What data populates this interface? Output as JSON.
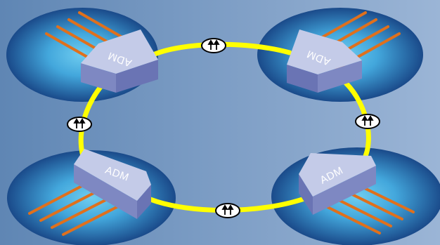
{
  "diagram": {
    "type": "sonet-ring",
    "background_gradient": [
      "#5f86b4",
      "#9bb5d6"
    ],
    "nodes": [
      {
        "id": "top-left",
        "label": "ADM"
      },
      {
        "id": "top-right",
        "label": "ADM"
      },
      {
        "id": "bottom-left",
        "label": "ADM"
      },
      {
        "id": "bottom-right",
        "label": "ADM"
      }
    ],
    "ring": {
      "color": "#ffff00",
      "direction_icon": "double-up-arrow-icon",
      "direction_markers": 4
    },
    "tributary_lines": {
      "color": "#e0701c",
      "per_node": 4
    },
    "colors": {
      "site_center": "#6fcdf0",
      "site_edge": "#1a4a8a",
      "adm_top": "#c4cbe8",
      "adm_side": "#8791c9"
    }
  }
}
